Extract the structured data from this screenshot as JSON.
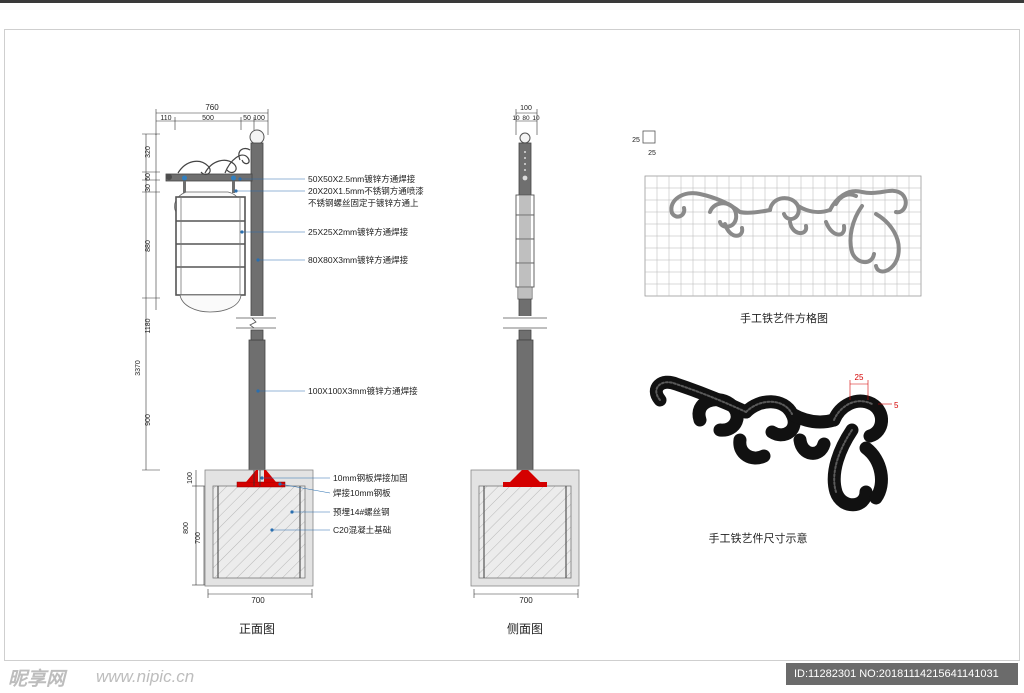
{
  "front_view": {
    "title": "正面图",
    "dims_top": [
      "760",
      "110",
      "500",
      "50",
      "100"
    ],
    "dims_left": [
      "320",
      "60",
      "30",
      "880",
      "1180",
      "3370",
      "900",
      "100",
      "800",
      "700"
    ],
    "dim_bottom": "700",
    "callouts": [
      "50X50X2.5mm镀锌方通焊接",
      "20X20X1.5mm不锈钢方通喷漆",
      "不锈钢螺丝固定于镀锌方通上",
      "25X25X2mm镀锌方通焊接",
      "80X80X3mm镀锌方通焊接",
      "100X100X3mm镀锌方通焊接",
      "10mm钢板焊接加固",
      "焊接10mm钢板",
      "预埋14#螺丝钢",
      "C20混凝土基础"
    ]
  },
  "side_view": {
    "title": "侧面图",
    "dims_top": [
      "100",
      "10",
      "80",
      "10"
    ],
    "dim_bottom": "700"
  },
  "grid_figure": {
    "title": "手工铁艺件方格图",
    "cell_size": [
      "25",
      "25"
    ]
  },
  "iso_figure": {
    "title": "手工铁艺件尺寸示意",
    "dims": [
      "25",
      "5"
    ]
  },
  "watermark": {
    "logo": "昵享网",
    "url": "www.nipic.cn",
    "id_text": "ID:11282301 NO:20181114215641141031"
  },
  "colors": {
    "steel": "#6f6f6f",
    "plate": "#d40000",
    "concrete": "#e3e3e3",
    "dim_line": "#2a6fb0",
    "iron_work": "#1e1e1e"
  }
}
